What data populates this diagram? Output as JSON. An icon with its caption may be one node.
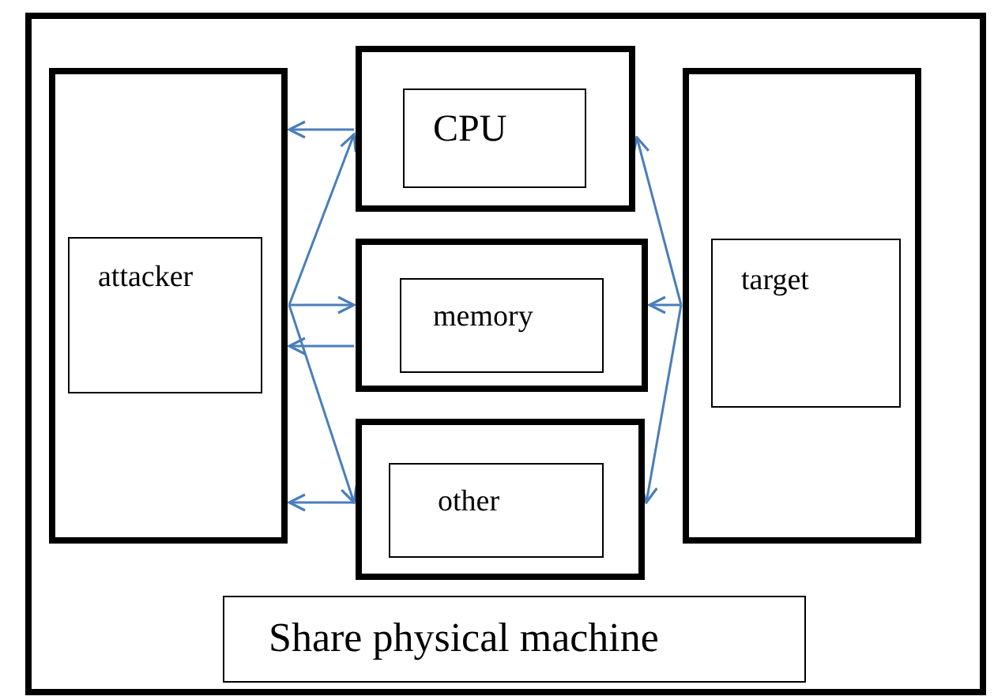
{
  "diagram": {
    "nodes": [
      {
        "text": [],
        "shape": "box"
      },
      {
        "text": [],
        "shape": "box",
        "in": 0
      },
      {
        "text": [
          "attacker"
        ],
        "in": 1
      },
      {
        "text": [],
        "shape": "box",
        "in": 0
      },
      {
        "text": [
          "CPU"
        ],
        "in": 3
      },
      {
        "text": [],
        "shape": "box",
        "in": 0
      },
      {
        "text": [
          "memory"
        ],
        "in": 5
      },
      {
        "text": [],
        "shape": "box",
        "in": 0
      },
      {
        "text": [
          "other"
        ],
        "in": 7
      },
      {
        "text": [],
        "shape": "box",
        "in": 0
      },
      {
        "text": [
          "target"
        ],
        "in": 9
      },
      {
        "text": [
          "Share physical machine"
        ],
        "in": 0
      }
    ],
    "edges": [
      {
        "from": 3,
        "to": 1,
        "arrow": "to"
      },
      {
        "from": 1,
        "to": 3,
        "arrow": "to"
      },
      {
        "from": 1,
        "to": 5,
        "arrow": "to"
      },
      {
        "from": 5,
        "to": 1,
        "arrow": "to"
      },
      {
        "from": 1,
        "to": 7,
        "arrow": "to"
      },
      {
        "from": 7,
        "to": 1,
        "arrow": "to"
      },
      {
        "from": 9,
        "to": 3,
        "arrow": "to"
      },
      {
        "from": 9,
        "to": 5,
        "arrow": "to"
      },
      {
        "from": 9,
        "to": 7,
        "arrow": "to"
      }
    ]
  }
}
